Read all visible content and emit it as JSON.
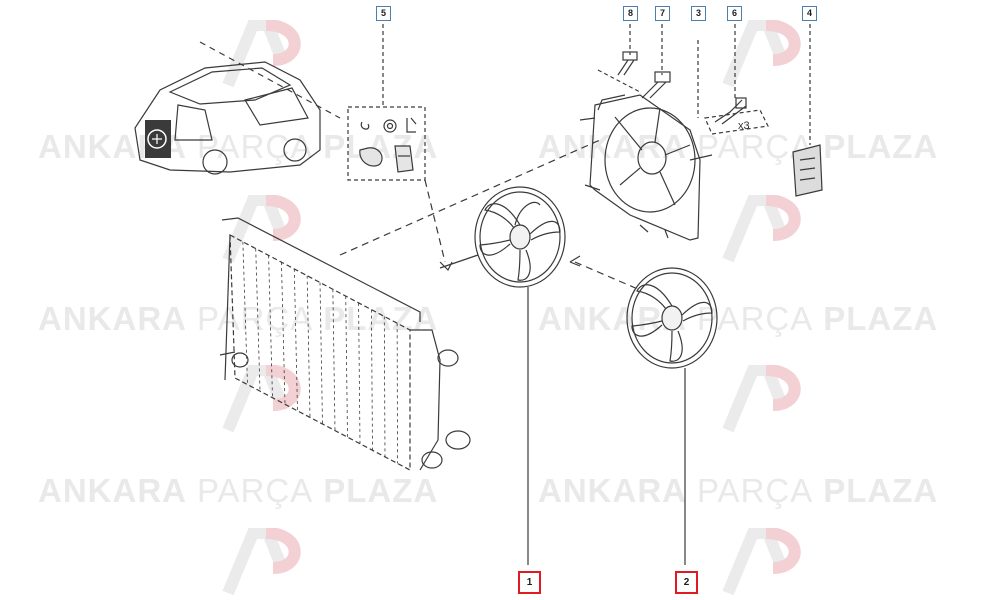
{
  "watermark": {
    "brand_left": "ANKARA",
    "brand_mid": "PARÇA",
    "brand_right": "PLAZA"
  },
  "callouts": [
    {
      "id": "c1",
      "label": "1",
      "highlight": true
    },
    {
      "id": "c2",
      "label": "2",
      "highlight": true
    },
    {
      "id": "c3",
      "label": "3",
      "highlight": false
    },
    {
      "id": "c4",
      "label": "4",
      "highlight": false
    },
    {
      "id": "c5",
      "label": "5",
      "highlight": false
    },
    {
      "id": "c6",
      "label": "6",
      "highlight": false
    },
    {
      "id": "c7",
      "label": "7",
      "highlight": false
    },
    {
      "id": "c8",
      "label": "8",
      "highlight": false
    }
  ],
  "quantity_note": "x3",
  "colors": {
    "line": "#3a3a3a",
    "callout_border": "#4a7fae",
    "highlight": "#e01b24",
    "watermark": "#e9e9e9",
    "logo_red": "#f3d0d3",
    "logo_gray": "#ebebeb"
  }
}
